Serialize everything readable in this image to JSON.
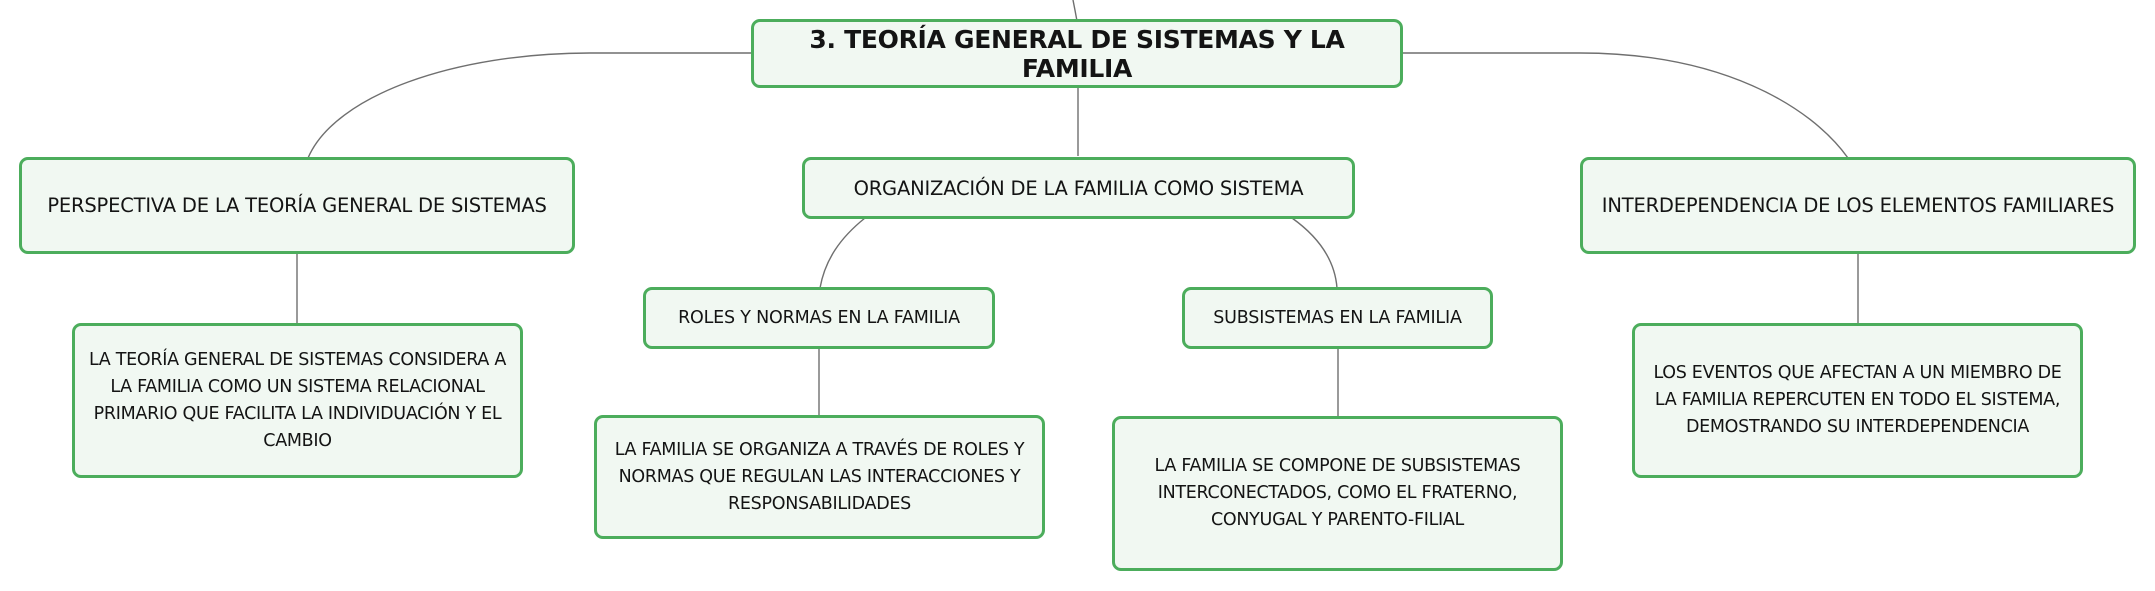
{
  "map": {
    "root": {
      "label": "3. TEORÍA GENERAL DE SISTEMAS Y LA FAMILIA"
    },
    "perspectiva": {
      "label": "PERSPECTIVA DE LA TEORÍA GENERAL DE SISTEMAS",
      "detail": "LA TEORÍA GENERAL DE SISTEMAS CONSIDERA A LA FAMILIA COMO UN SISTEMA RELACIONAL PRIMARIO QUE FACILITA LA INDIVIDUACIÓN Y EL CAMBIO"
    },
    "organizacion": {
      "label": "ORGANIZACIÓN DE LA FAMILIA COMO SISTEMA",
      "roles": {
        "label": "ROLES Y NORMAS EN LA FAMILIA",
        "detail": "LA FAMILIA SE ORGANIZA A TRAVÉS DE ROLES Y NORMAS QUE REGULAN LAS INTERACCIONES Y RESPONSABILIDADES"
      },
      "subsistemas": {
        "label": "SUBSISTEMAS EN LA FAMILIA",
        "detail": "LA FAMILIA SE COMPONE DE SUBSISTEMAS INTERCONECTADOS, COMO EL FRATERNO, CONYUGAL Y PARENTO-FILIAL"
      }
    },
    "interdependencia": {
      "label": "INTERDEPENDENCIA DE LOS ELEMENTOS FAMILIARES",
      "detail": "LOS EVENTOS QUE AFECTAN A UN MIEMBRO DE LA FAMILIA REPERCUTEN EN TODO EL SISTEMA, DEMOSTRANDO SU INTERDEPENDENCIA"
    }
  },
  "colors": {
    "node_border": "#4cad5c",
    "node_fill": "#f1f8f2",
    "connector": "#6f6f6f",
    "text": "#141414"
  }
}
